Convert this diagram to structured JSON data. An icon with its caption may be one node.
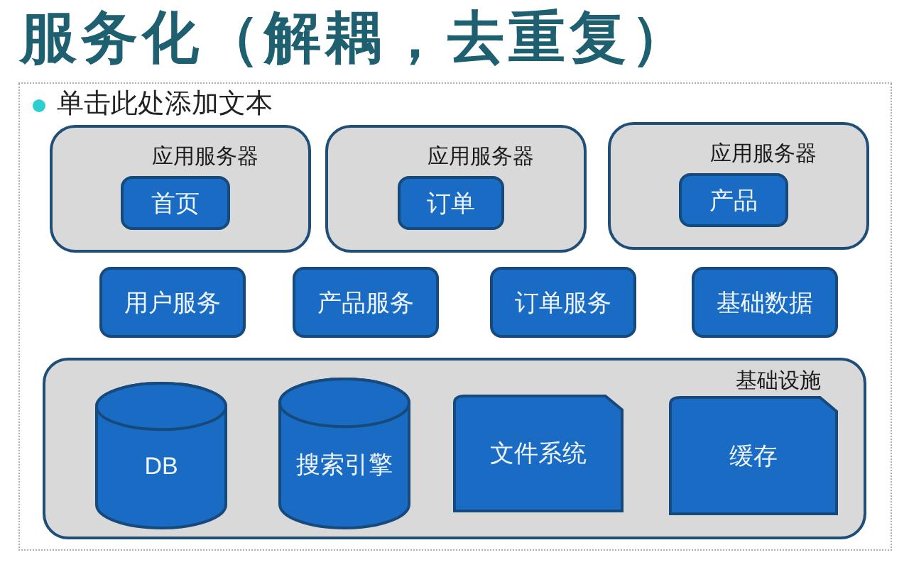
{
  "diagram": {
    "title": "服务化（解耦，去重复）",
    "nodes": [
      {
        "text": [
          "应用服务器"
        ]
      },
      {
        "text": [
          "首页"
        ],
        "in": 0
      },
      {
        "text": [
          "应用服务器"
        ]
      },
      {
        "text": [
          "订单"
        ],
        "in": 2
      },
      {
        "text": [
          "应用服务器"
        ]
      },
      {
        "text": [
          "产品"
        ],
        "in": 4
      },
      {
        "text": [
          "用户服务"
        ]
      },
      {
        "text": [
          "产品服务"
        ]
      },
      {
        "text": [
          "订单服务"
        ]
      },
      {
        "text": [
          "基础数据"
        ]
      },
      {
        "text": [
          "基础设施"
        ]
      },
      {
        "text": [
          "DB"
        ],
        "in": 10
      },
      {
        "text": [
          "搜索引擎"
        ],
        "in": 10
      },
      {
        "text": [
          "文件系统"
        ],
        "in": 10
      },
      {
        "text": [
          "缓存"
        ],
        "in": 10
      }
    ],
    "labels": [
      "单击此处添加文本"
    ]
  }
}
